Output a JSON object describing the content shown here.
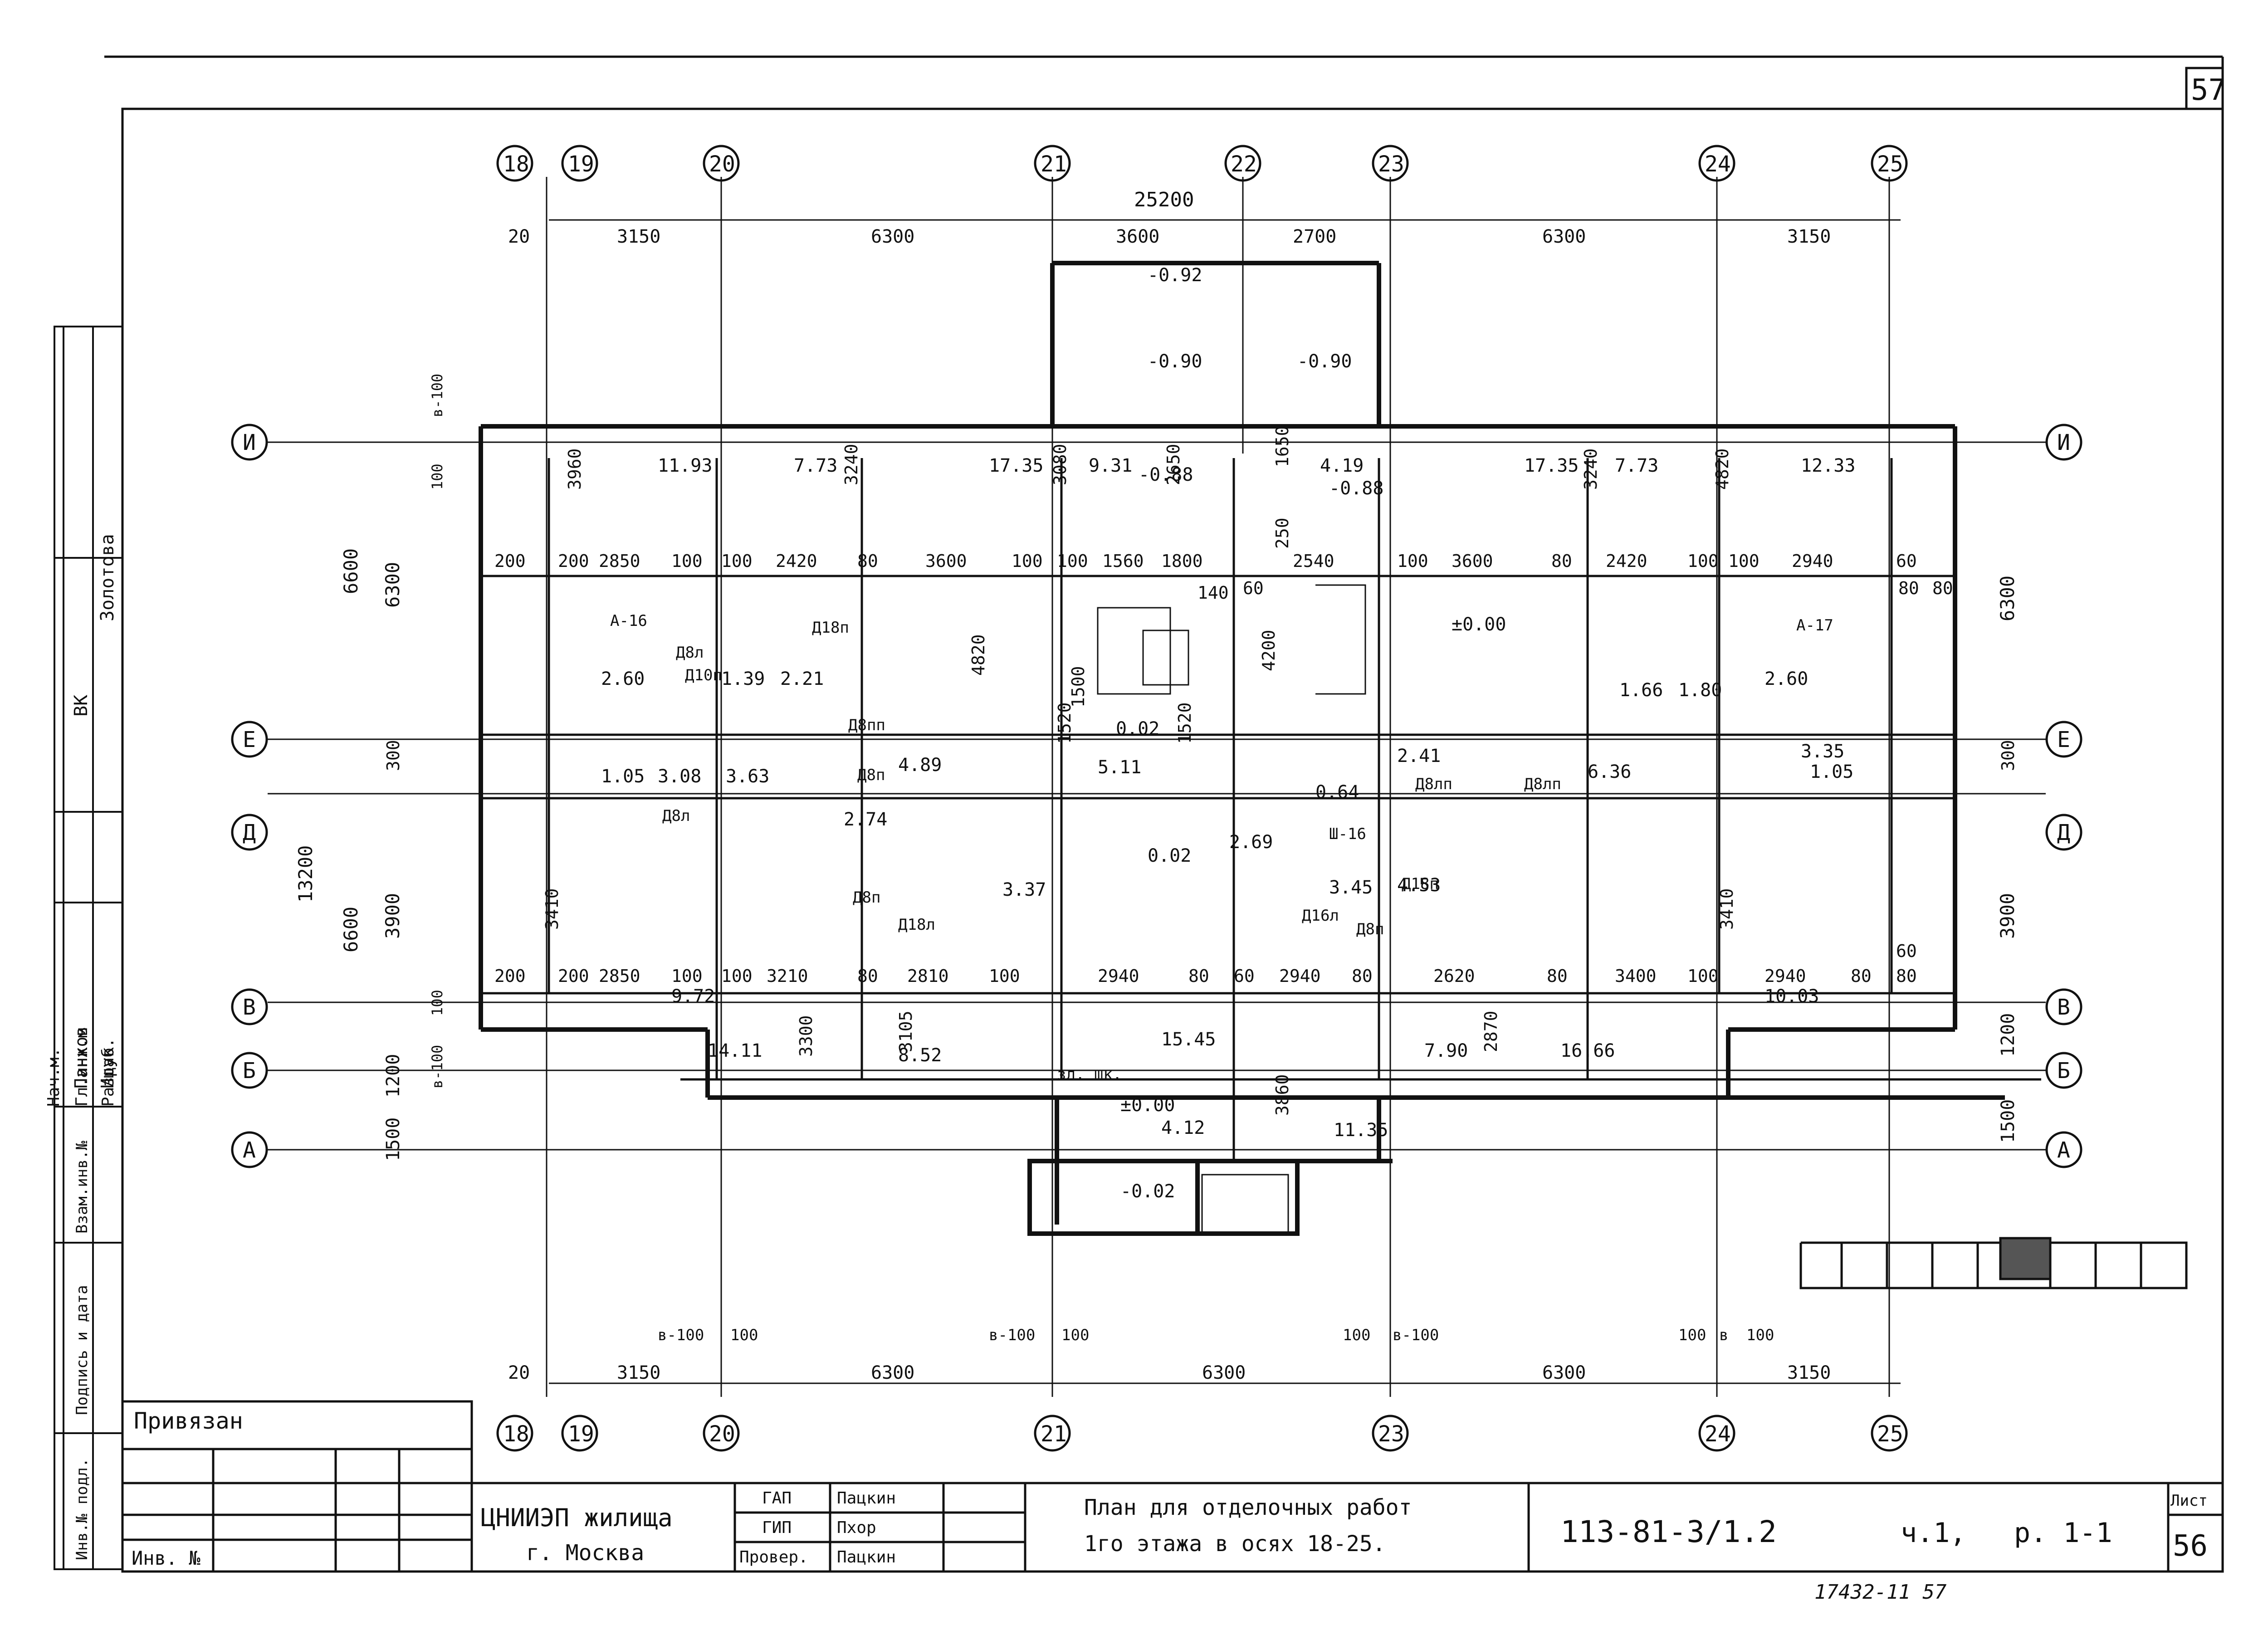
{
  "sheet": {
    "top_page_number": "57",
    "sheet_number": "56",
    "sheet_label": "Лист",
    "bottom_stamp": "17432-11 57"
  },
  "axes": {
    "top_vertical": [
      "18",
      "19",
      "20",
      "21",
      "22",
      "23",
      "24",
      "25"
    ],
    "bottom_vertical": [
      "18",
      "19",
      "20",
      "21",
      "23",
      "24",
      "25"
    ],
    "left_horizontal": [
      "И",
      "Е",
      "Д",
      "В",
      "Б",
      "А"
    ],
    "right_horizontal": [
      "И",
      "Е",
      "Д",
      "В",
      "Б",
      "А"
    ]
  },
  "dimensions": {
    "overall_top": "25200",
    "top_chain": [
      "20",
      "3150",
      "6300",
      "3600",
      "2700",
      "6300",
      "3150"
    ],
    "bottom_chain": [
      "20",
      "3150",
      "6300",
      "6300",
      "6300",
      "3150"
    ],
    "bottom_offsets": [
      "в-100",
      "100",
      "в-100",
      "100",
      "100",
      "в-100",
      "100",
      "в",
      "100"
    ],
    "left_outer": [
      "6600",
      "13200",
      "6600"
    ],
    "left_inner": [
      "6300",
      "300",
      "3900",
      "1200",
      "1500"
    ],
    "left_small": [
      "в-100",
      "100",
      "100",
      "в-100"
    ],
    "right_chain": [
      "6300",
      "300",
      "3900",
      "1200",
      "1500"
    ],
    "room_widths_upper": [
      "200",
      "200",
      "2850",
      "100",
      "100",
      "2420",
      "80",
      "3600",
      "100",
      "100",
      "1560",
      "1800",
      "140",
      "60",
      "2540",
      "100",
      "3600",
      "80",
      "2420",
      "100",
      "100",
      "2940",
      "60",
      "80",
      "80"
    ],
    "room_widths_lower": [
      "200",
      "200",
      "2850",
      "100",
      "100",
      "3210",
      "80",
      "2810",
      "100",
      "2940",
      "80",
      "60",
      "2940",
      "80",
      "2620",
      "80",
      "3400",
      "100",
      "2940",
      "80",
      "60",
      "80"
    ],
    "room_depths": [
      "3960",
      "3240",
      "3080",
      "2650",
      "1650",
      "250",
      "4820",
      "4200",
      "3240",
      "4820",
      "1520",
      "1500",
      "1520",
      "3410",
      "3410",
      "3300",
      "3105",
      "3860",
      "2870"
    ]
  },
  "elevations": [
    "-0.92",
    "-0.90",
    "-0.90",
    "-0.88",
    "-0.88",
    "±0.00",
    "0.02",
    "0.02",
    "±0.00",
    "-0.02"
  ],
  "room_areas": [
    "11.93",
    "7.73",
    "17.35",
    "9.31",
    "4.19",
    "17.35",
    "7.73",
    "12.33",
    "2.60",
    "1.39",
    "2.21",
    "3.08",
    "3.63",
    "4.89",
    "5.11",
    "2.41",
    "6.36",
    "3.35",
    "2.60",
    "1.80",
    "1.66",
    "1.05",
    "1.05",
    "2.74",
    "3.37",
    "0.64",
    "2.69",
    "3.45",
    "4.53",
    "14.11",
    "8.52",
    "15.45",
    "11.35",
    "7.90",
    "16.66",
    "9.72",
    "10.03",
    "4.12"
  ],
  "marks": [
    "А-16",
    "А-17",
    "Д18п",
    "Д8л",
    "Д8л",
    "Д10п",
    "Д8п",
    "Д8лп",
    "Д8пп",
    "Д18л",
    "Д8п",
    "Д18п",
    "Д8лп",
    "Ш-16",
    "Д16л",
    "Д8п",
    "зл. шк."
  ],
  "stamp": {
    "left_strip": {
      "rows": [
        "Нач.м.",
        "Гл.инж.м",
        "Разраб."
      ],
      "names": [
        "Панков",
        "Ищук"
      ],
      "vk": "ВК",
      "zolotova": "Золотова",
      "inv_orig": "Инв.№ подл.",
      "sign_date": "Подпись и дата",
      "vzam": "Взам.инв.№"
    },
    "privyazan": "Привязан",
    "inv_no": "Инв. №",
    "org_line1": "ЦНИИЭП жилища",
    "org_line2": "г. Москва",
    "roles": [
      "ГАП",
      "ГИП",
      "Провер."
    ],
    "names": [
      "Пацкин",
      "Пхор",
      "Пацкин"
    ],
    "title_line1": "План для отделочных работ",
    "title_line2": "1го этажа в осях 18-25.",
    "code": "113-81-3/1.2",
    "part": "ч.1,",
    "section": "р. 1-1"
  }
}
